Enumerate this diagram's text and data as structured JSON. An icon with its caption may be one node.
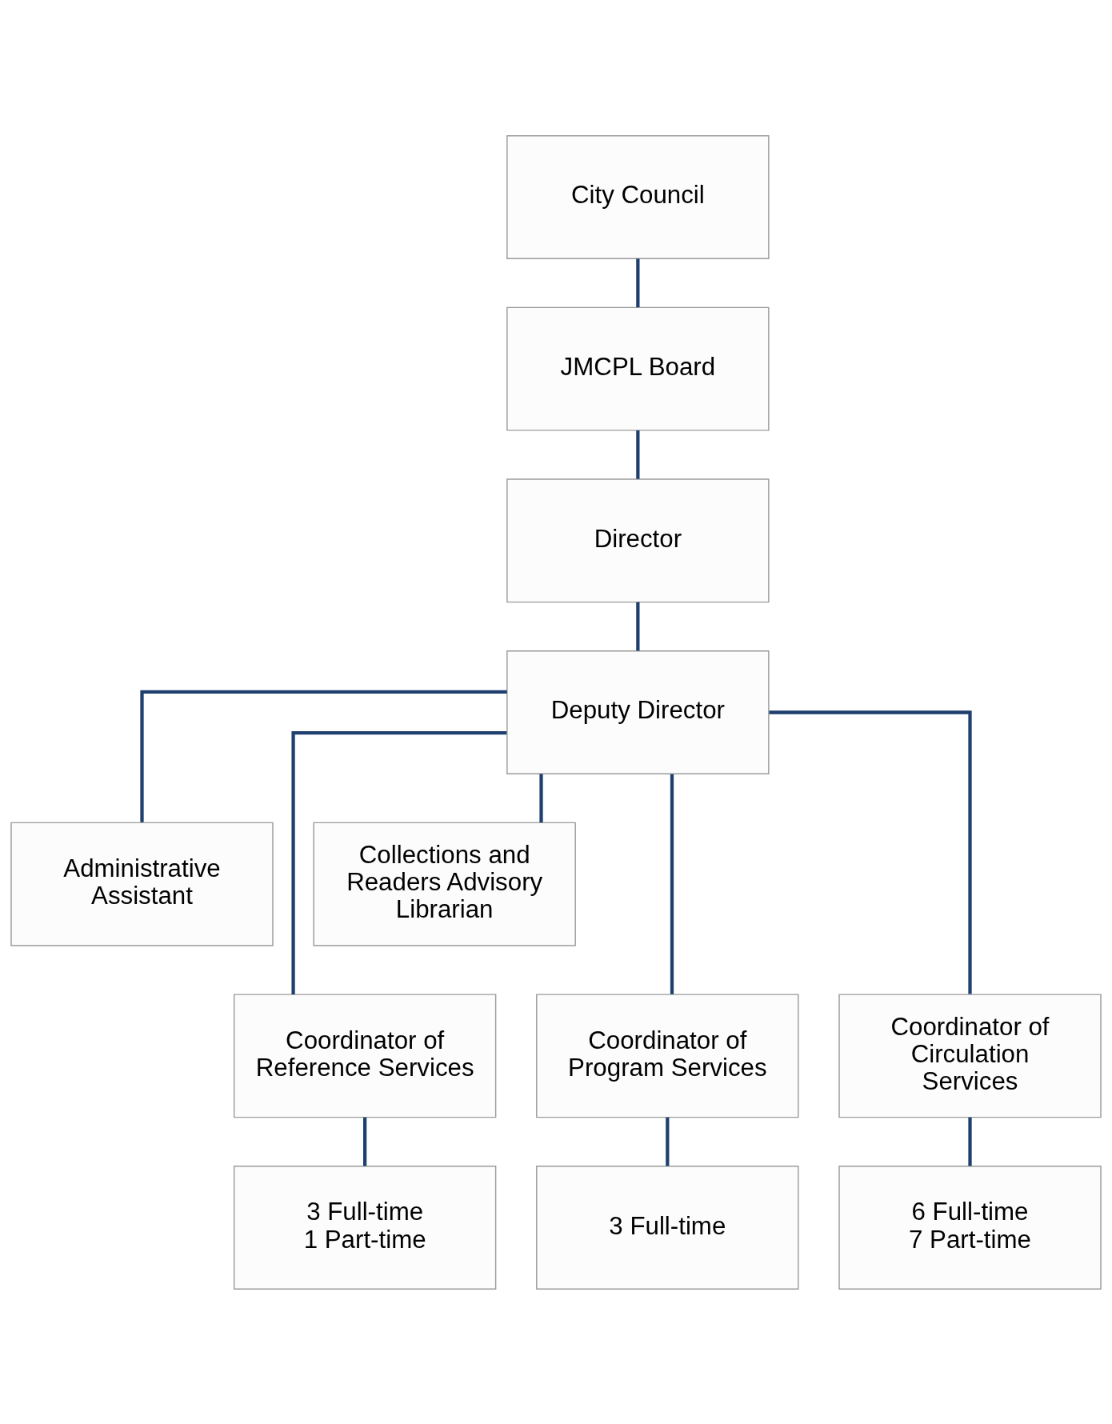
{
  "diagram": {
    "nodes": [
      {
        "text": [
          "City Council"
        ]
      },
      {
        "text": [
          "JMCPL Board"
        ]
      },
      {
        "text": [
          "Director"
        ]
      },
      {
        "text": [
          "Deputy Director"
        ]
      },
      {
        "text": [
          "Administrative Assistant"
        ]
      },
      {
        "text": [
          "Collections and Readers Advisory Librarian"
        ]
      },
      {
        "text": [
          "Coordinator of Reference Services"
        ]
      },
      {
        "text": [
          "Coordinator of Program Services"
        ]
      },
      {
        "text": [
          "Coordinator of Circulation Services"
        ]
      },
      {
        "text": [
          "3 Full-time",
          "1 Part-time"
        ]
      },
      {
        "text": [
          "3 Full-time"
        ]
      },
      {
        "text": [
          "6 Full-time",
          "7 Part-time"
        ]
      }
    ],
    "edges": [
      {
        "from": 0,
        "to": 1,
        "arrow": "none"
      },
      {
        "from": 1,
        "to": 2,
        "arrow": "none"
      },
      {
        "from": 2,
        "to": 3,
        "arrow": "none"
      },
      {
        "from": 3,
        "to": 4,
        "arrow": "none"
      },
      {
        "from": 3,
        "to": 5,
        "arrow": "none"
      },
      {
        "from": 3,
        "to": 6,
        "arrow": "none"
      },
      {
        "from": 3,
        "to": 7,
        "arrow": "none"
      },
      {
        "from": 3,
        "to": 8,
        "arrow": "none"
      },
      {
        "from": 6,
        "to": 9,
        "arrow": "none"
      },
      {
        "from": 7,
        "to": 10,
        "arrow": "none"
      },
      {
        "from": 8,
        "to": 11,
        "arrow": "none"
      }
    ]
  }
}
